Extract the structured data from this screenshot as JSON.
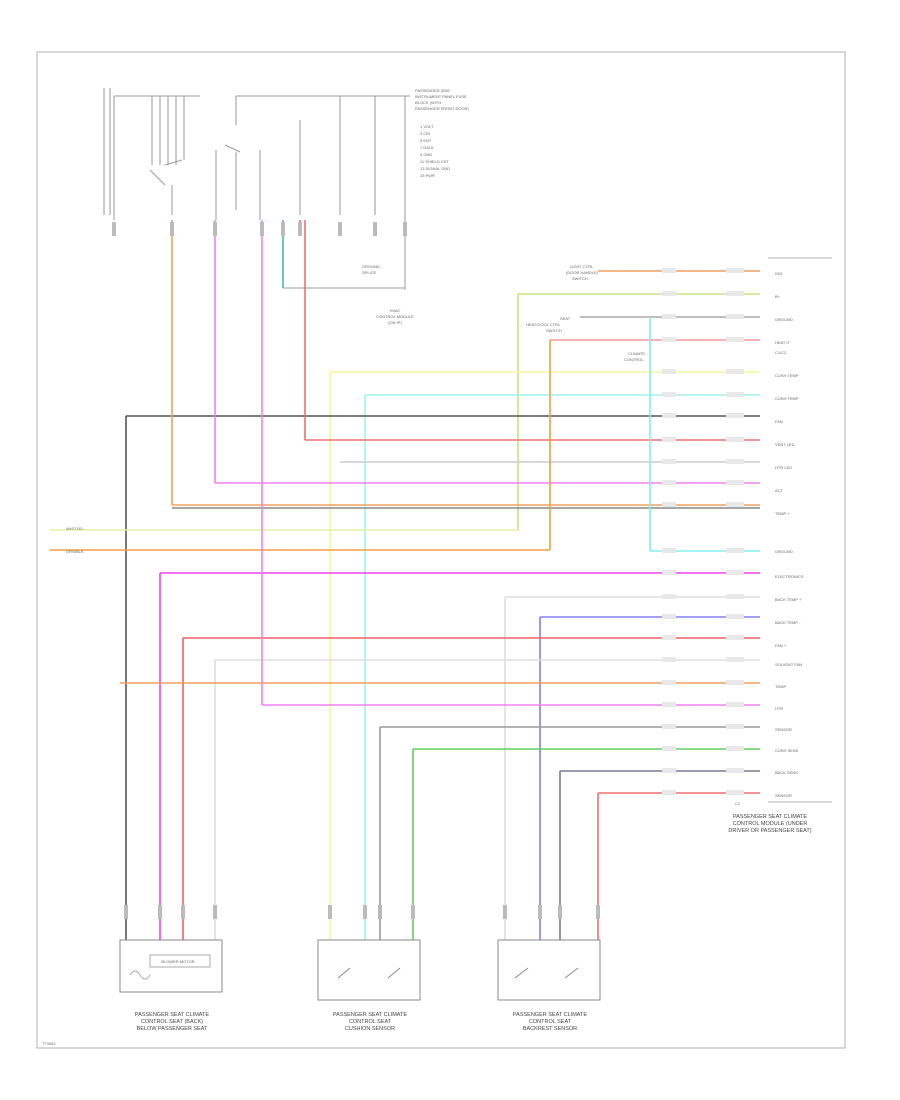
{
  "diagram": {
    "footer_code": "T74082",
    "top_connector_title": [
      "PASSENGER SIDE",
      "INSTRUMENT PANEL FUSE",
      "BLOCK (WITH",
      "PASSENGER FRONT DOOR)"
    ],
    "top_pins": [
      "1 VOLT",
      "3 CIN",
      "5 ENT",
      "7 DATA",
      "9 GND",
      "11 SHIELD CKT",
      "13 SIGNAL GND",
      "15 PWR"
    ],
    "top_ground_label": [
      "HVAC",
      "CONTROL MODULE",
      "(ON IP)"
    ],
    "top_splice_label": [
      "GROUND",
      "SPLICE"
    ],
    "hvac_box_label": "HVAC",
    "right_box_caption": [
      "PASSENGER SEAT CLIMATE",
      "CONTROL MODULE (UNDER",
      "DRIVER OR PASSENGER SEAT)"
    ],
    "right_box_code": "C1",
    "right_pins": [
      "IGN",
      "B+",
      "GROUND",
      "HEAT IT",
      "C1/C2",
      "CUSH TEMP",
      "CUSH TEMP",
      "FAN",
      "VENT LED",
      "HTR LED",
      "ACT",
      "TEMP +",
      "",
      "GROUND",
      "ELECTRONICS",
      "BACK TEMP +",
      "BACK TEMP -",
      "FAN +",
      "SOLVENT FAN",
      "TEMP",
      "HTR",
      "SENSOR",
      "CUSH SENS",
      "BACK SENS",
      "SENSOR"
    ],
    "upper_sources": [
      [
        "LIGHT CTRL",
        "(DOOR HANDLE)",
        "SWITCH"
      ],
      [
        "SEAT",
        "HEAT/COOL CTRL",
        "SWITCH"
      ],
      [
        "CLIMATE",
        "CONTROL"
      ]
    ],
    "left_terminals": [
      "WHT/YEL",
      "ORN/BLK"
    ],
    "bottom_components": [
      {
        "caption": [
          "PASSENGER SEAT CLIMATE",
          "CONTROL SEAT (BACK)",
          "BELOW PASSENGER SEAT"
        ],
        "inner": "BLOWER MOTOR"
      },
      {
        "caption": [
          "PASSENGER SEAT CLIMATE",
          "CONTROL SEAT",
          "CUSHION SENSOR"
        ],
        "inner": ""
      },
      {
        "caption": [
          "PASSENGER SEAT CLIMATE",
          "CONTROL SEAT",
          "BACKREST SENSOR"
        ],
        "inner": ""
      }
    ]
  }
}
